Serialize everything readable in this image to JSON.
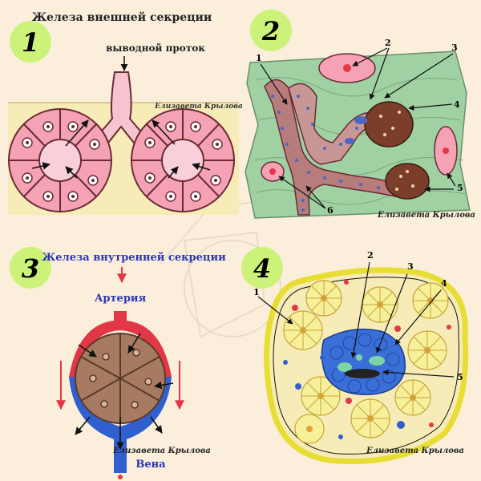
{
  "panels": [
    {
      "number": "1",
      "title": "Железа внешней секреции",
      "label": "выводной проток",
      "signature": "Елизавета Крылова"
    },
    {
      "number": "2",
      "callouts": [
        "1",
        "2",
        "3",
        "4",
        "5",
        "6"
      ],
      "signature": "Елизавета Крылова"
    },
    {
      "number": "3",
      "title": "Железа внутренней секреции",
      "artery": "Артерия",
      "vein": "Вена",
      "signature": "Елизавета Крылова"
    },
    {
      "number": "4",
      "callouts": [
        "1",
        "2",
        "3",
        "4",
        "5"
      ],
      "signature": "Елизавета Крылова"
    }
  ],
  "colors": {
    "background": "#fbefdc",
    "badge": "#ccf27a",
    "acinus": "#f4a2b4",
    "acinus_line": "#6a2a36",
    "duct": "#f7c3cf",
    "tissue": "#9fd1a3",
    "brown_cell": "#7a3e2a",
    "artery": "#e23747",
    "vein": "#3060d0",
    "endocrine_core": "#a77b62",
    "islet_yellow": "#f7f09a",
    "islet_border": "#f2e23a",
    "blue_cells": "#3a6fd8",
    "title_blue": "#2a35b8"
  }
}
